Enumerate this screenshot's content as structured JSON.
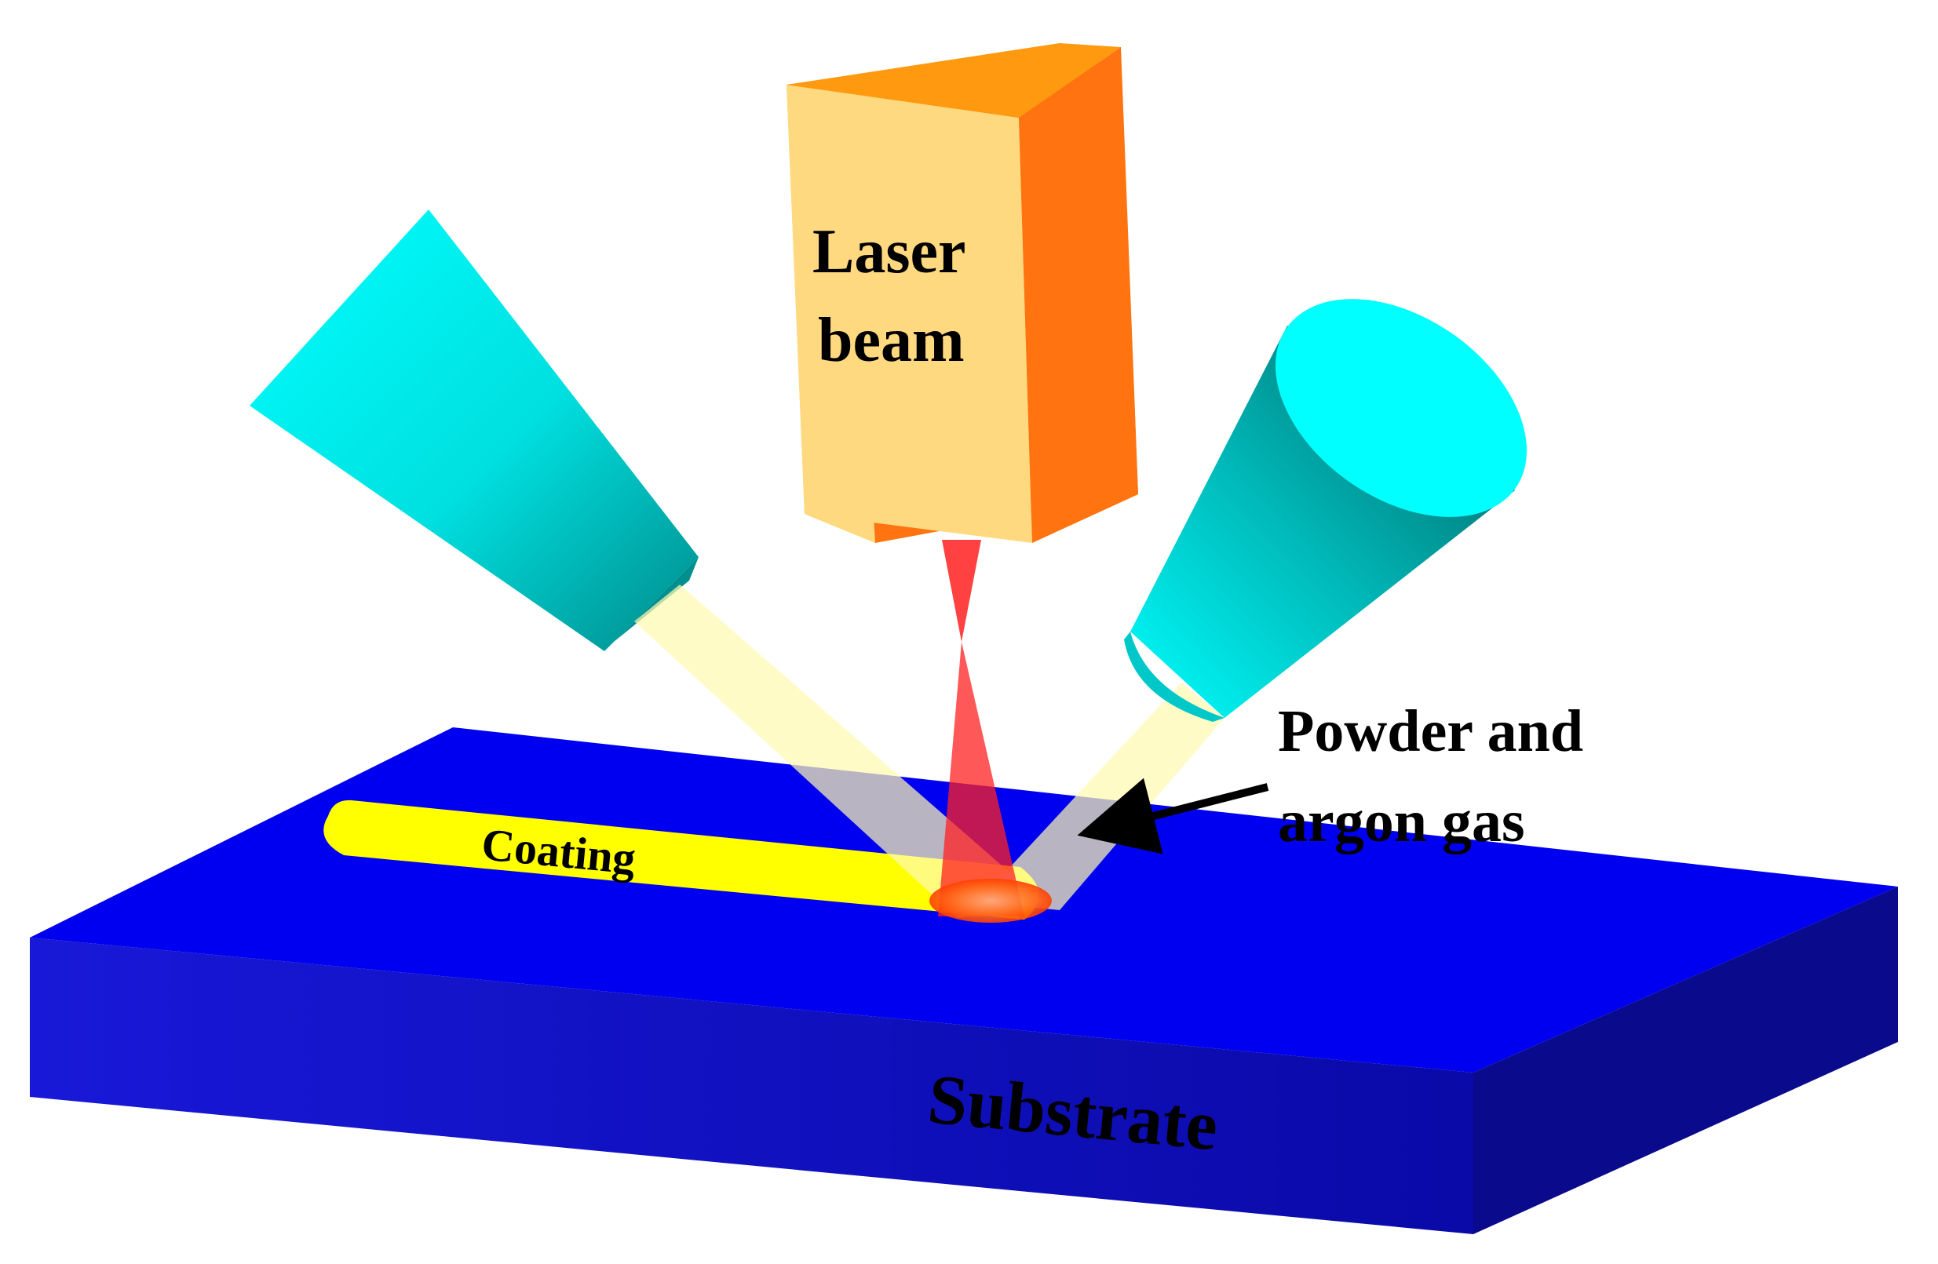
{
  "labels": {
    "laser_line1": "Laser",
    "laser_line2": "beam",
    "powder_line1": "Powder and",
    "powder_line2": "argon gas",
    "coating": "Coating",
    "substrate": "Substrate"
  },
  "colors": {
    "substrate_top": "#0000F0",
    "substrate_front": "#1212C8",
    "substrate_side": "#0A0A8C",
    "laser_front": "#FFD97F",
    "laser_side": "#FF7410",
    "laser_top": "#FF9A10",
    "nozzle": "#00FFFF",
    "beam": "#FF2020",
    "coating": "#FFFF00",
    "powder_stream": "#FFFAB0"
  }
}
